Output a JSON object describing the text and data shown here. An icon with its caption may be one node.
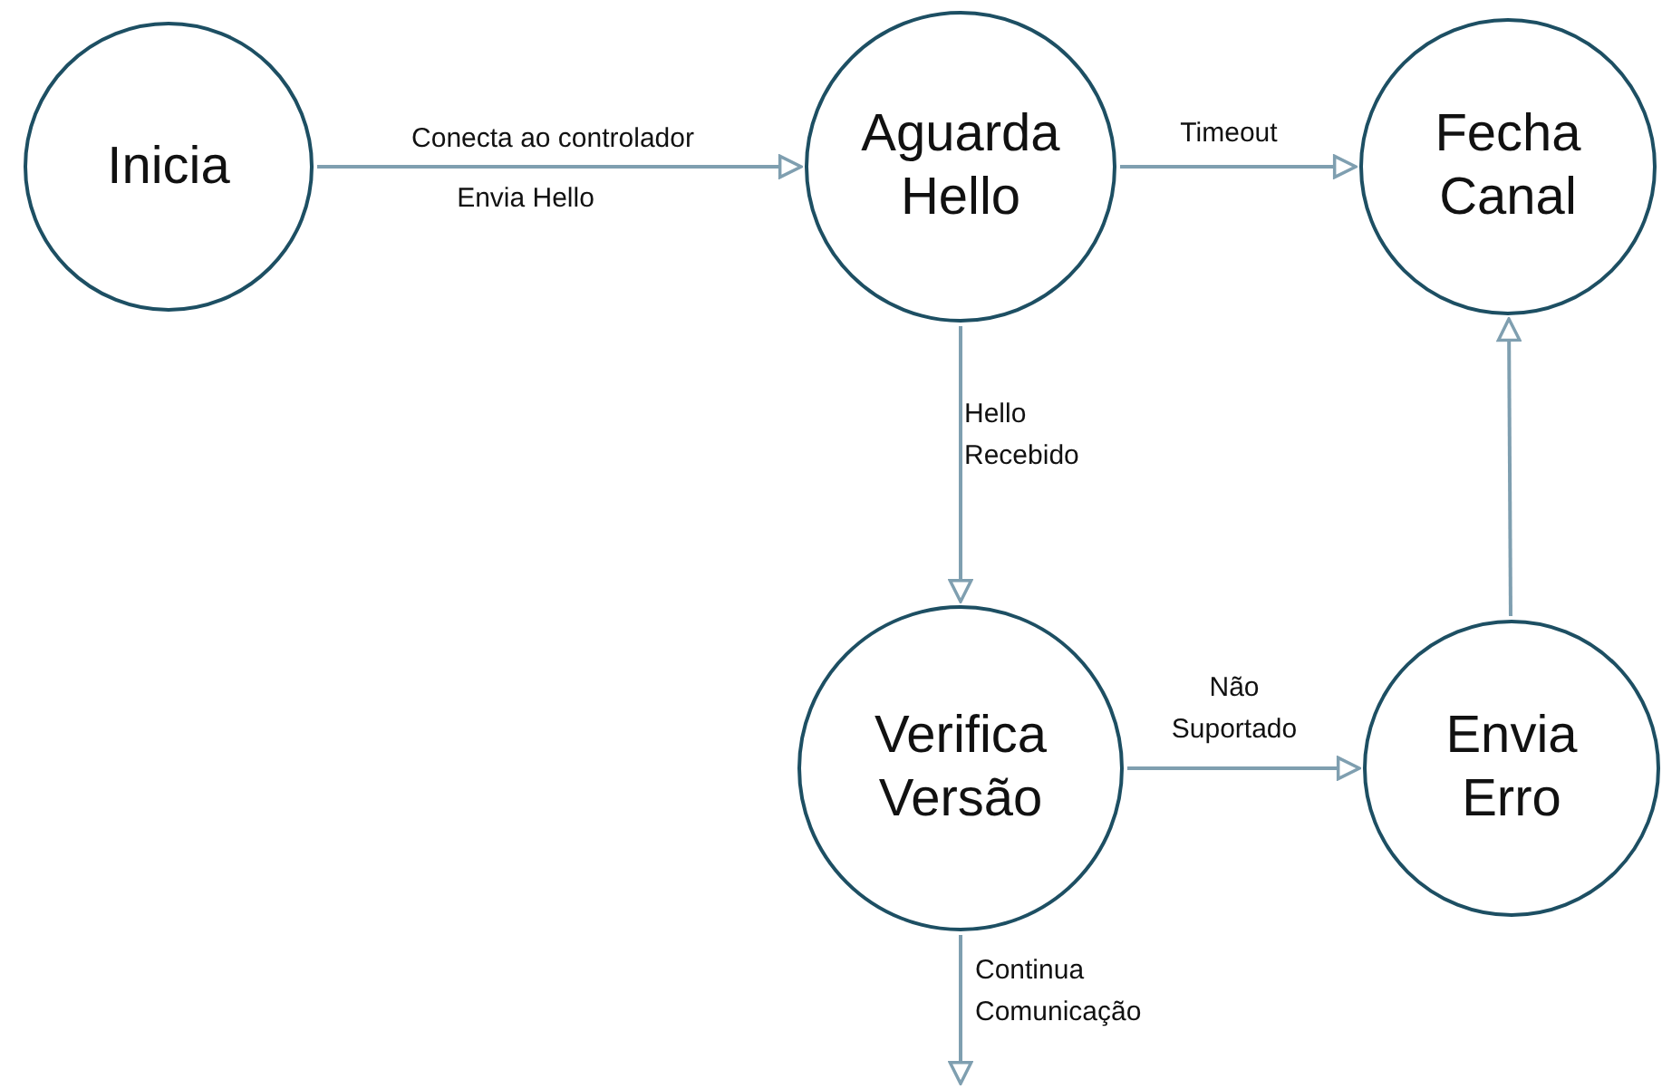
{
  "diagram": {
    "nodes": [
      {
        "text": [
          "Inicia"
        ]
      },
      {
        "text": [
          "Aguarda Hello"
        ]
      },
      {
        "text": [
          "Fecha Canal"
        ]
      },
      {
        "text": [
          "Verifica Versão"
        ]
      },
      {
        "text": [
          "Envia Erro"
        ]
      }
    ],
    "edges": [
      {
        "from": 0,
        "to": 1,
        "arrow": "to",
        "label": "Conecta ao controlador"
      },
      {
        "from": 1,
        "to": 2,
        "arrow": "to",
        "label": "Timeout"
      },
      {
        "from": 1,
        "to": 3,
        "arrow": "to",
        "label": "Hello Recebido"
      },
      {
        "from": 3,
        "to": 4,
        "arrow": "to",
        "label": "Não Suportado"
      },
      {
        "from": 4,
        "to": 2,
        "arrow": "to"
      },
      {
        "from": 3,
        "to": null,
        "arrow": "to",
        "label": "Continua Comunicação"
      }
    ],
    "labels": [
      "Envia Hello"
    ]
  }
}
